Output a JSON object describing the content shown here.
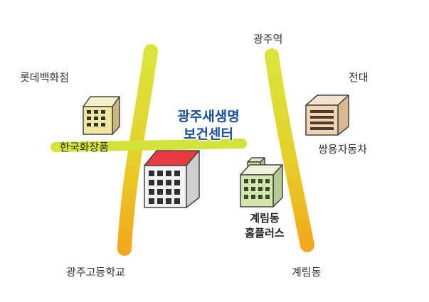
{
  "map": {
    "title_lines": [
      "광주새생명",
      "보건센터"
    ],
    "labels": {
      "north": "광주역",
      "northwest": "롯데백화점",
      "northeast": "전대",
      "west_building": "한국화장품",
      "east_building": "쌍용자동차",
      "plus_lines": [
        "계림동",
        "홈플러스"
      ],
      "south_west": "광주고등학교",
      "south_east": "계림동"
    },
    "colors": {
      "road_light": "#d6e23a",
      "road_dark": "#f0b21e",
      "title": "#1a4fa0",
      "center_roof": "#e0323c"
    }
  }
}
